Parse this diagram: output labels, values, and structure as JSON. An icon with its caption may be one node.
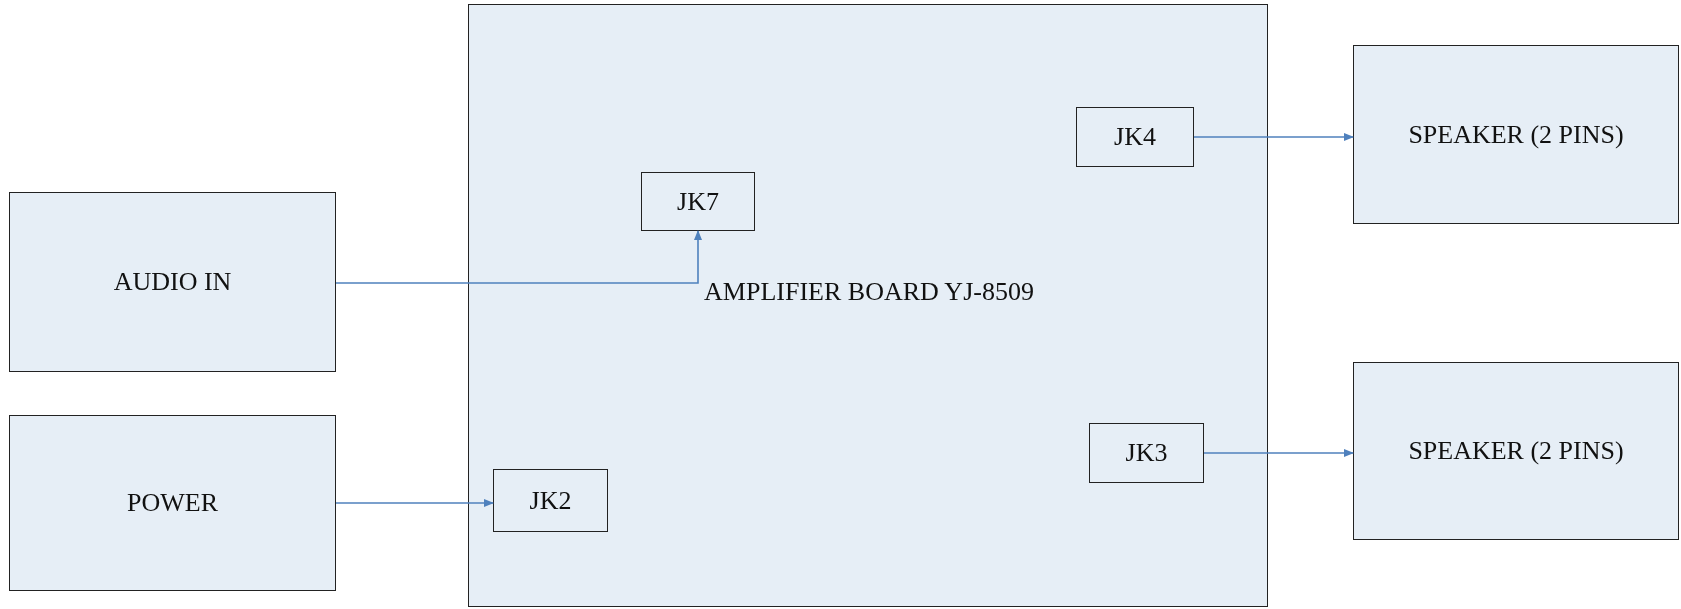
{
  "diagram": {
    "nodes": [
      {
        "text": [
          "AUDIO IN"
        ]
      },
      {
        "text": [
          "POWER"
        ]
      },
      {
        "text": [
          "AMPLIFIER BOARD YJ-8509"
        ]
      },
      {
        "text": [
          "JK7"
        ],
        "in": 2
      },
      {
        "text": [
          "JK4"
        ],
        "in": 2
      },
      {
        "text": [
          "JK3"
        ],
        "in": 2
      },
      {
        "text": [
          "JK2"
        ],
        "in": 2
      },
      {
        "text": [
          "SPEAKER (2 PINS)"
        ]
      },
      {
        "text": [
          "SPEAKER (2 PINS)"
        ]
      }
    ],
    "edges": [
      {
        "from": 0,
        "to": 3,
        "arrow": "to"
      },
      {
        "from": 1,
        "to": 6,
        "arrow": "to"
      },
      {
        "from": 4,
        "to": 7,
        "arrow": "to"
      },
      {
        "from": 5,
        "to": 8,
        "arrow": "to"
      }
    ]
  }
}
